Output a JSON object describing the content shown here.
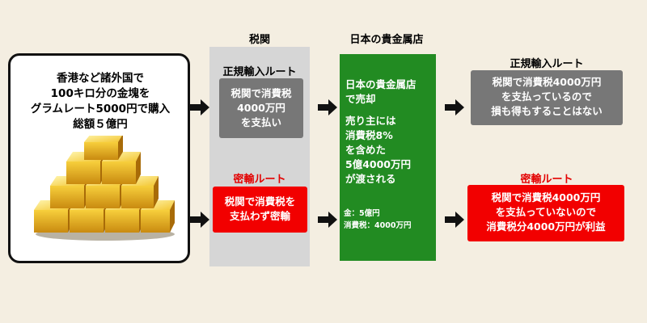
{
  "source": {
    "lines": [
      "香港など諸外国で",
      "100キロ分の金塊を",
      "グラムレート5000円で購入",
      "総額５億円"
    ]
  },
  "customs": {
    "header": "税関",
    "regular_route_label": "正規輸入ルート",
    "regular_box_lines": [
      "税関で消費税",
      "4000万円",
      "を支払い"
    ],
    "smuggle_route_label": "密輸ルート",
    "smuggle_box_lines": [
      "税関で消費税を",
      "支払わず密輸"
    ]
  },
  "dealer": {
    "header": "日本の貴金属店",
    "lines": [
      "日本の貴金属店",
      "で売却"
    ],
    "lines2": [
      "売り主には",
      "消費税8%",
      "を含めた",
      "5億4000万円",
      "が渡される"
    ],
    "detail_lines": [
      "金：5億円",
      "消費税：4000万円"
    ]
  },
  "results": {
    "regular_label": "正規輸入ルート",
    "regular_lines": [
      "税関で消費税4000万円",
      "を支払っているので",
      "損も得もすることはない"
    ],
    "smuggle_label": "密輸ルート",
    "smuggle_lines": [
      "税関で消費税4000万円",
      "を支払っていないので",
      "消費税分4000万円が利益"
    ]
  },
  "colors": {
    "background": "#f4eee1",
    "customs_column": "#d6d6d6",
    "gray_box": "#777777",
    "red_box": "#f20000",
    "dealer_green": "#228b22",
    "smuggle_label": "#e30000"
  }
}
